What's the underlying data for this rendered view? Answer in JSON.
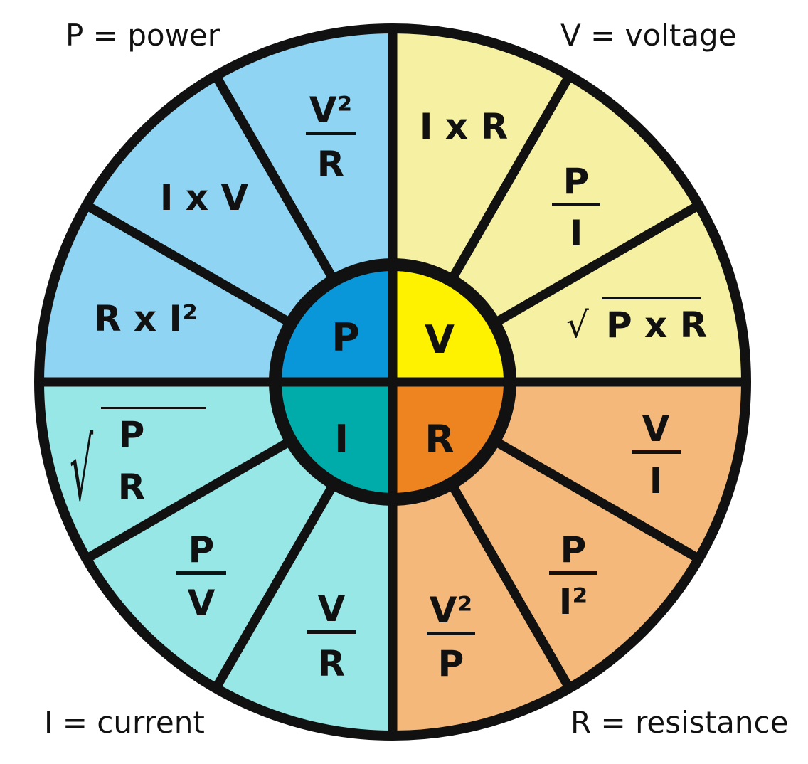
{
  "legend": {
    "power": "P = power",
    "voltage": "V = voltage",
    "current": "I = current",
    "resistance": "R = resistance"
  },
  "colors": {
    "P_outer": "#8fd4f2",
    "P_inner": "#0a97d9",
    "V_outer": "#f6f1a2",
    "V_inner": "#fff200",
    "R_outer": "#f3b87a",
    "R_inner": "#ee8420",
    "I_outer": "#97e7e6",
    "I_inner": "#00aca9"
  },
  "quadrants": {
    "P": {
      "center": "P",
      "f1": {
        "num": "V²",
        "den": "R"
      },
      "f2": "I x V",
      "f3": "R x I²"
    },
    "V": {
      "center": "V",
      "f1": "I x R",
      "f2": {
        "num": "P",
        "den": "I"
      },
      "f3": {
        "sqrt": "√",
        "body": "P x R"
      }
    },
    "R": {
      "center": "R",
      "f1": {
        "num": "V",
        "den": "I"
      },
      "f2": {
        "num": "P",
        "den": "I²"
      },
      "f3": {
        "num": "V²",
        "den": "P"
      }
    },
    "I": {
      "center": "I",
      "f1": {
        "sqrt": "√",
        "num": "P",
        "den": "R"
      },
      "f2": {
        "num": "P",
        "den": "V"
      },
      "f3": {
        "num": "V",
        "den": "R"
      }
    }
  }
}
